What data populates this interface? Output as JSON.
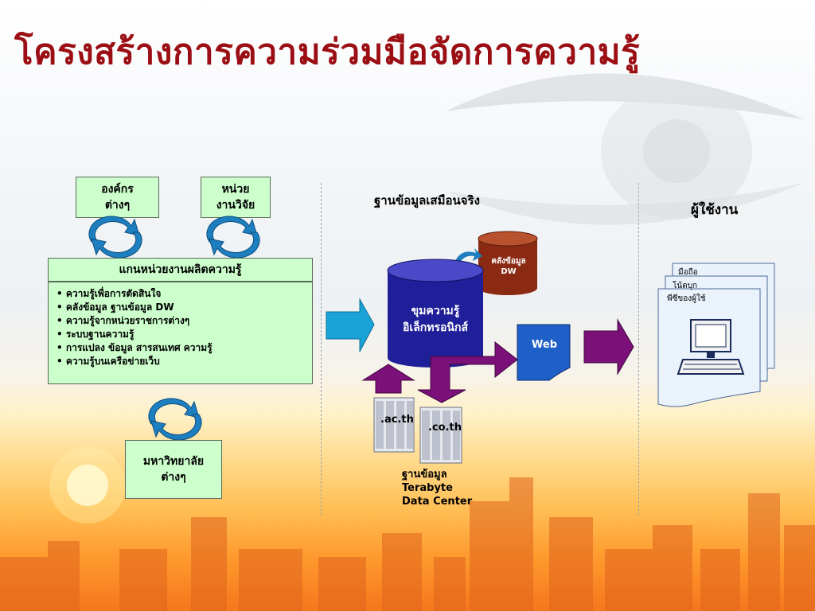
{
  "title": "โครงสร้างการความร่วมมือจัดการความรู้",
  "left": {
    "org_box": [
      "องค์กร",
      "ต่างๆ"
    ],
    "research_box": [
      "หน่วย",
      "งานวิจัย"
    ],
    "core_box": {
      "header": "แกนหน่วยงานผลิตความรู้",
      "items": [
        "ความรู้เพื่อการตัดสินใจ",
        "คลังข้อมูล ฐานข้อมูล DW",
        "ความรู้จากหน่วยราชการต่างๆ",
        "ระบบฐานความรู้",
        "การแปลง ข้อมูล สารสนเทศ ความรู้",
        "ความรู้บนเครือข่ายเว็บ"
      ]
    },
    "university_box": [
      "มหาวิทยาลัย",
      "ต่างๆ"
    ]
  },
  "middle": {
    "heading": "ฐานข้อมูลเสมือนจริง",
    "knowledge_cylinder": [
      "ขุมความรู้",
      "อิเล็กทรอนิกส์"
    ],
    "dw_cylinder": [
      "คลังข้อมูล",
      "DW"
    ],
    "web_label": "Web",
    "server_ac": ".ac.th",
    "server_co": ".co.th",
    "datacenter": [
      "ฐานข้อมูล",
      "Terabyte",
      "Data Center"
    ]
  },
  "right": {
    "heading": "ผู้ใช้งาน",
    "devices": [
      "มือถือ",
      "โน้ตบุก",
      "พีซีของผู้ใช้"
    ]
  },
  "colors": {
    "title": "#9b0f14",
    "box_fill": "#ccffcc",
    "cycle_arrow": "#1d7fbf",
    "purple_arrow": "#7a1078",
    "cyan_arrow": "#1aa3d6",
    "cylinder_blue": "#1f1f99",
    "cylinder_brown": "#8a2a12",
    "web_doc": "#1f5fc8"
  }
}
